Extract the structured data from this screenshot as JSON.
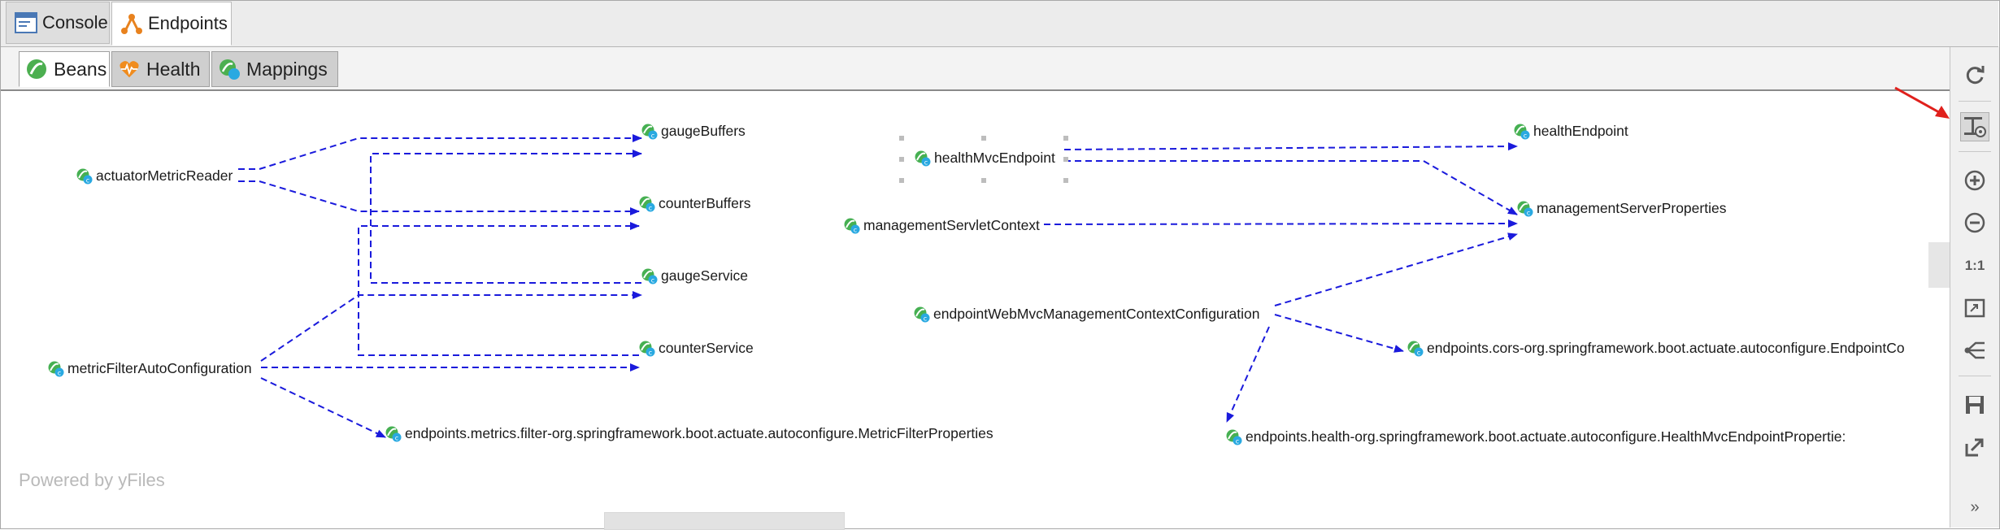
{
  "top_tabs": [
    {
      "label": "Console",
      "icon": "console-icon",
      "active": false
    },
    {
      "label": "Endpoints",
      "icon": "endpoints-icon",
      "active": true
    }
  ],
  "sub_tabs": [
    {
      "label": "Beans",
      "icon": "bean-icon",
      "active": true
    },
    {
      "label": "Health",
      "icon": "health-icon",
      "active": false
    },
    {
      "label": "Mappings",
      "icon": "mappings-icon",
      "active": false
    }
  ],
  "graph": {
    "nodes": [
      {
        "id": "actuatorMetricReader",
        "label": "actuatorMetricReader"
      },
      {
        "id": "gaugeBuffers",
        "label": "gaugeBuffers"
      },
      {
        "id": "counterBuffers",
        "label": "counterBuffers"
      },
      {
        "id": "gaugeService",
        "label": "gaugeService"
      },
      {
        "id": "counterService",
        "label": "counterService"
      },
      {
        "id": "metricFilterAutoConfiguration",
        "label": "metricFilterAutoConfiguration"
      },
      {
        "id": "metricFilterProperties",
        "label": "endpoints.metrics.filter-org.springframework.boot.actuate.autoconfigure.MetricFilterProperties"
      },
      {
        "id": "healthMvcEndpoint",
        "label": "healthMvcEndpoint",
        "selected": true
      },
      {
        "id": "healthEndpoint",
        "label": "healthEndpoint"
      },
      {
        "id": "managementServletContext",
        "label": "managementServletContext"
      },
      {
        "id": "managementServerProperties",
        "label": "managementServerProperties"
      },
      {
        "id": "endpointWebMvcManagementContextConfiguration",
        "label": "endpointWebMvcManagementContextConfiguration"
      },
      {
        "id": "endpointsCors",
        "label": "endpoints.cors-org.springframework.boot.actuate.autoconfigure.EndpointCo"
      },
      {
        "id": "endpointsHealth",
        "label": "endpoints.health-org.springframework.boot.actuate.autoconfigure.HealthMvcEndpointPropertie:"
      }
    ],
    "edges": [
      {
        "from": "actuatorMetricReader",
        "to": "gaugeBuffers"
      },
      {
        "from": "actuatorMetricReader",
        "to": "counterBuffers"
      },
      {
        "from": "gaugeService",
        "to": "gaugeBuffers"
      },
      {
        "from": "counterService",
        "to": "counterBuffers"
      },
      {
        "from": "metricFilterAutoConfiguration",
        "to": "gaugeService"
      },
      {
        "from": "metricFilterAutoConfiguration",
        "to": "counterService"
      },
      {
        "from": "metricFilterAutoConfiguration",
        "to": "metricFilterProperties"
      },
      {
        "from": "healthMvcEndpoint",
        "to": "healthEndpoint"
      },
      {
        "from": "healthMvcEndpoint",
        "to": "managementServerProperties"
      },
      {
        "from": "managementServletContext",
        "to": "managementServerProperties"
      },
      {
        "from": "endpointWebMvcManagementContextConfiguration",
        "to": "managementServerProperties"
      },
      {
        "from": "endpointWebMvcManagementContextConfiguration",
        "to": "endpointsCors"
      },
      {
        "from": "endpointWebMvcManagementContextConfiguration",
        "to": "endpointsHealth"
      }
    ],
    "edge_color": "#1a1adc",
    "watermark": "Powered by yFiles"
  },
  "toolbar": [
    {
      "name": "refresh-button",
      "icon": "refresh-icon"
    },
    {
      "name": "layout-button",
      "icon": "layout-settings-icon",
      "selected": true
    },
    {
      "name": "zoom-in-button",
      "icon": "zoom-in-icon"
    },
    {
      "name": "zoom-out-button",
      "icon": "zoom-out-icon"
    },
    {
      "name": "actual-size-button",
      "label": "1:1"
    },
    {
      "name": "fit-content-button",
      "icon": "fit-content-icon"
    },
    {
      "name": "layout-tree-button",
      "icon": "tree-layout-icon"
    },
    {
      "name": "save-button",
      "icon": "save-icon"
    },
    {
      "name": "export-button",
      "icon": "export-icon"
    },
    {
      "name": "more-button",
      "label": "»"
    }
  ],
  "annotation_color": "#e0201c"
}
